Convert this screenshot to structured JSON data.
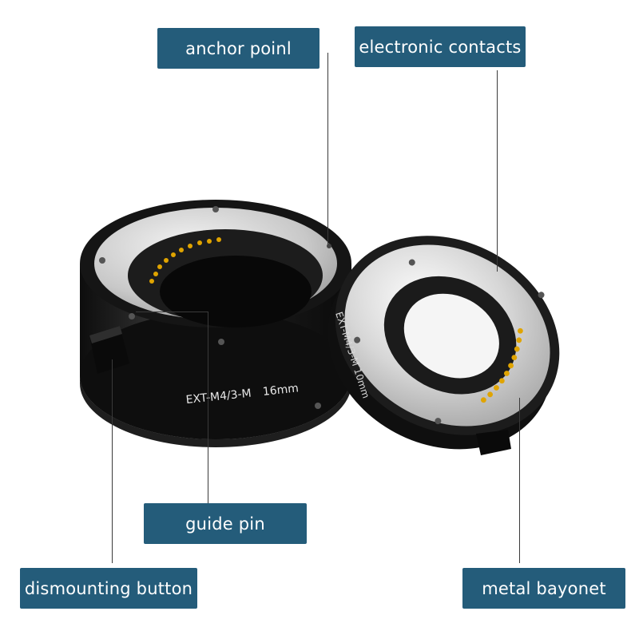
{
  "callouts": {
    "anchor_point": "anchor poinl",
    "electronic_contacts": "electronic contacts",
    "guide_pin": "guide pin",
    "dismounting_button": "dismounting button",
    "metal_bayonet": "metal bayonet"
  },
  "product": {
    "tube_left_marking_model": "EXT-M4/3-M",
    "tube_left_marking_size": "16mm",
    "tube_right_marking": "EXT-M4/3-M 10mm"
  },
  "colors": {
    "label_background": "#245c7a",
    "label_text": "#ffffff",
    "tube_body": "#1a1a1a",
    "bayonet_metal": "#d0d0d0",
    "contacts": "#e0a400"
  }
}
